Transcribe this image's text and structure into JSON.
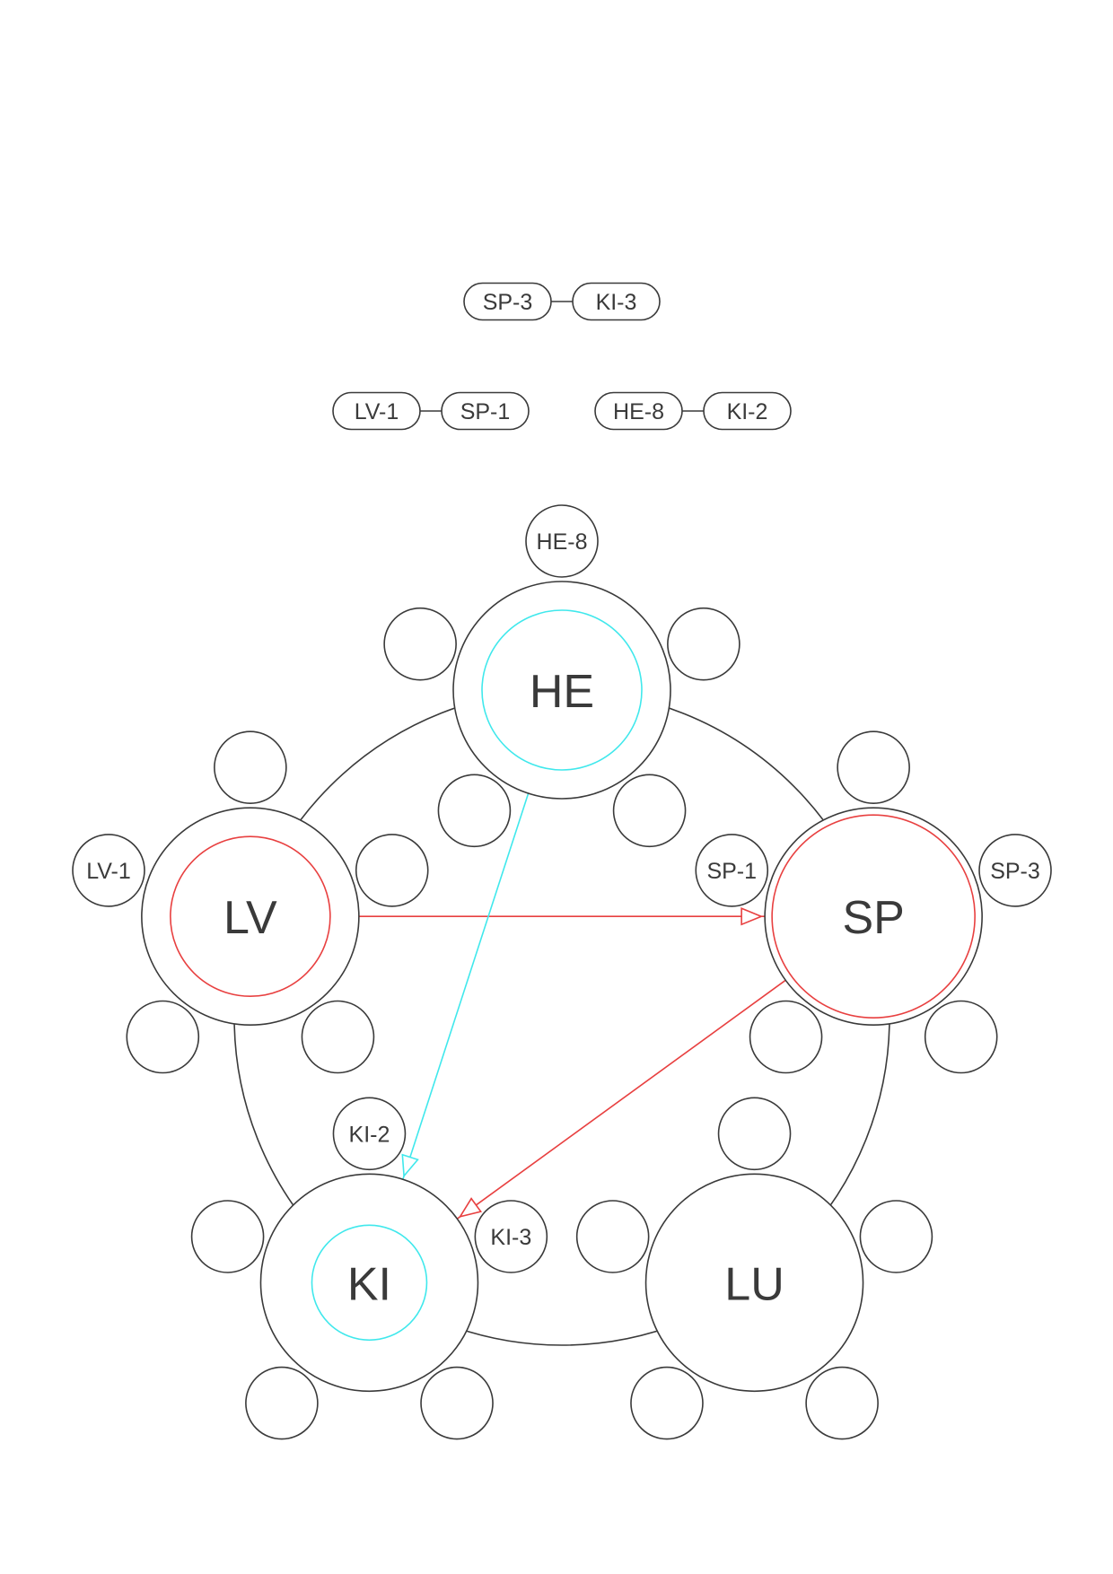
{
  "colors": {
    "stroke": "#3a3a3a",
    "red": "#e84040",
    "cyan": "#40e8ec"
  },
  "pairs": [
    {
      "a": "SP-3",
      "b": "KI-3"
    },
    {
      "a": "LV-1",
      "b": "SP-1"
    },
    {
      "a": "HE-8",
      "b": "KI-2"
    }
  ],
  "nodes": [
    {
      "id": "HE",
      "label": "HE",
      "ring": "cyan",
      "satellites": [
        "HE-8",
        "",
        "",
        "",
        ""
      ]
    },
    {
      "id": "SP",
      "label": "SP",
      "ring": "red-double",
      "satellites": [
        "",
        "SP-3",
        "",
        "",
        "SP-1"
      ]
    },
    {
      "id": "LU",
      "label": "LU",
      "ring": "none",
      "satellites": [
        "",
        "",
        "",
        "",
        ""
      ]
    },
    {
      "id": "KI",
      "label": "KI",
      "ring": "cyan-small",
      "satellites": [
        "KI-2",
        "KI-3",
        "",
        "",
        ""
      ]
    },
    {
      "id": "LV",
      "label": "LV",
      "ring": "red",
      "satellites": [
        "",
        "",
        "",
        "",
        "LV-1"
      ]
    }
  ],
  "arrows": [
    {
      "from": "LV",
      "to": "SP",
      "color": "red"
    },
    {
      "from": "SP",
      "to": "KI",
      "color": "red"
    },
    {
      "from": "HE",
      "to": "KI",
      "color": "cyan"
    }
  ]
}
